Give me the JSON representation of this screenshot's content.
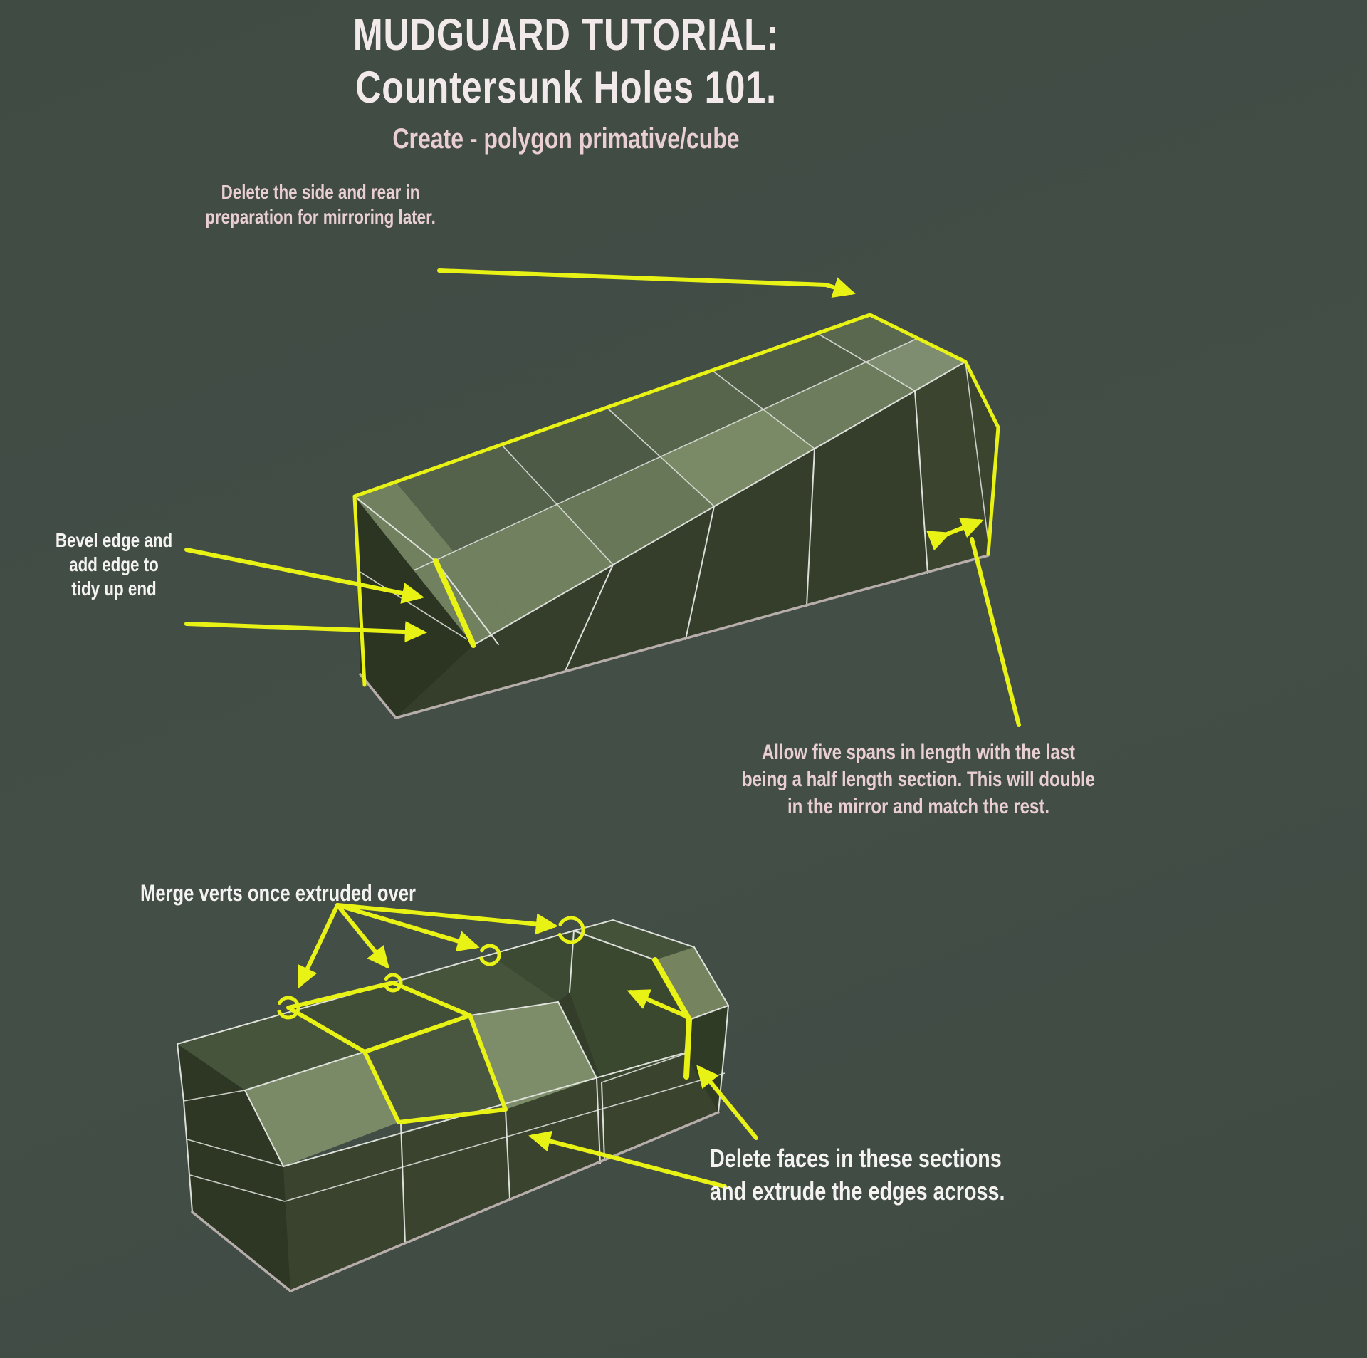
{
  "title": {
    "line1": "MUDGUARD TUTORIAL:",
    "line2": "Countersunk Holes 101."
  },
  "subtitle": "Create - polygon primative/cube",
  "annotations": {
    "delete_side_rear": {
      "lines": [
        "Delete the side and rear in",
        "preparation for mirroring later."
      ]
    },
    "bevel_edge": {
      "lines": [
        "Bevel edge and",
        "add edge to",
        "tidy up end"
      ]
    },
    "five_spans": {
      "lines": [
        "Allow five spans in length with the last",
        "being a half length section. This will double",
        "in the mirror and match the rest."
      ]
    },
    "merge_verts": {
      "lines": [
        "Merge verts once extruded over"
      ],
      "marker_count": 4
    },
    "delete_faces": {
      "lines": [
        "Delete faces in these sections",
        "and extrude the edges across."
      ]
    }
  },
  "colors": {
    "background": "#424d46",
    "highlight_yellow": "#e9f215",
    "wireframe": "#e6e8e3",
    "text_white": "#f4f3f1",
    "text_pink": "#e9cfd3",
    "specular_edge": "#b7aeab"
  }
}
